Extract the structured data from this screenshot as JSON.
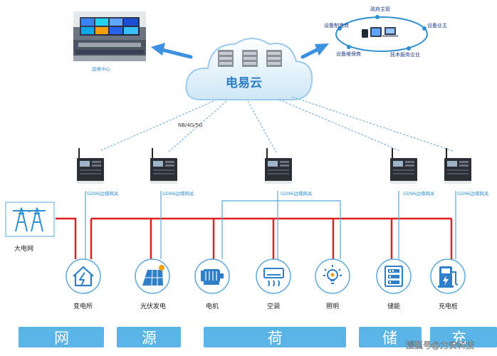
{
  "cloud": {
    "label": "电易云"
  },
  "ops_center": {
    "label": "运维中心"
  },
  "partners": {
    "items": [
      "政府主管",
      "设备制造商",
      "设备业主",
      "设备维保商",
      "技术服务企业"
    ]
  },
  "link_label": "NB/4G/5G",
  "gateways": [
    {
      "label": "GD96边缘网关"
    },
    {
      "label": "GD96边缘网关"
    },
    {
      "label": "GD96边缘网关"
    },
    {
      "label": "GD96边缘网关"
    },
    {
      "label": "GD96边缘网关"
    }
  ],
  "grid": {
    "label": "大电网"
  },
  "devices": [
    {
      "label": "变电所",
      "icon": "substation-icon"
    },
    {
      "label": "光伏发电",
      "icon": "solar-panel-icon"
    },
    {
      "label": "电机",
      "icon": "motor-icon"
    },
    {
      "label": "空调",
      "icon": "air-conditioner-icon"
    },
    {
      "label": "照明",
      "icon": "light-bulb-icon"
    },
    {
      "label": "储能",
      "icon": "energy-storage-icon"
    },
    {
      "label": "充电桩",
      "icon": "charging-pile-icon"
    }
  ],
  "bands": [
    "网",
    "源",
    "荷",
    "储"
  ],
  "band_partial": "充",
  "watermark": "搜狐号@力安科技",
  "colors": {
    "accent": "#2f8fd0",
    "band": "#5bb4e6",
    "bus": "#e02020"
  }
}
